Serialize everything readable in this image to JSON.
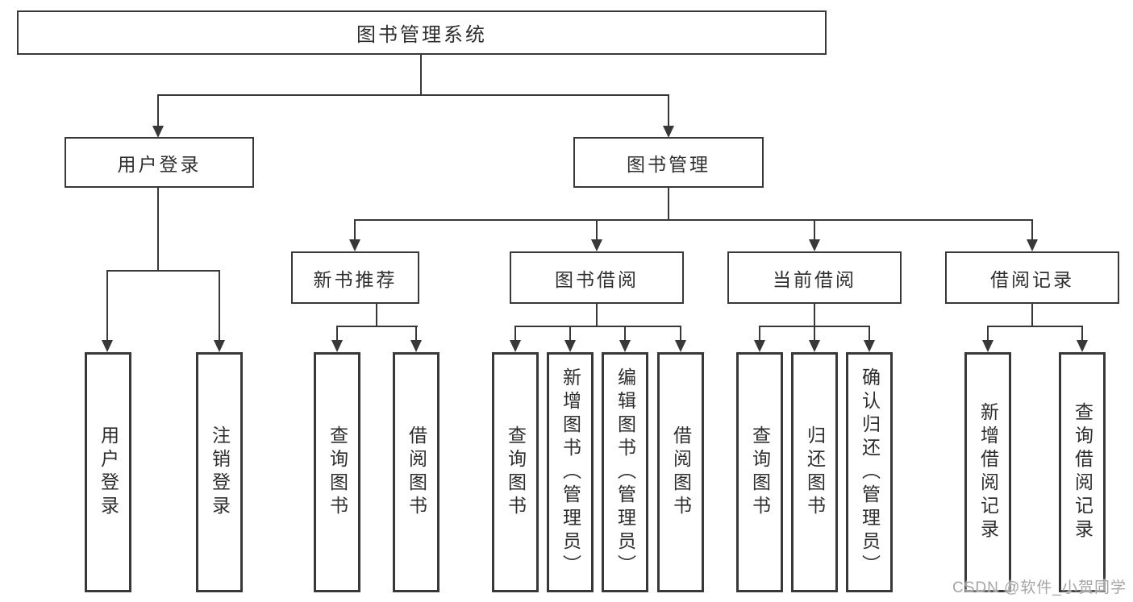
{
  "tree": {
    "label": "图书管理系统",
    "children": [
      {
        "label": "用户登录",
        "children": [
          {
            "label": "用户登录"
          },
          {
            "label": "注销登录"
          }
        ]
      },
      {
        "label": "图书管理",
        "children": [
          {
            "label": "新书推荐",
            "children": [
              {
                "label": "查询图书"
              },
              {
                "label": "借阅图书"
              }
            ]
          },
          {
            "label": "图书借阅",
            "children": [
              {
                "label": "查询图书"
              },
              {
                "label": "新增图书（管理员）"
              },
              {
                "label": "编辑图书（管理员）"
              },
              {
                "label": "借阅图书"
              }
            ]
          },
          {
            "label": "当前借阅",
            "children": [
              {
                "label": "查询图书"
              },
              {
                "label": "归还图书"
              },
              {
                "label": "确认归还（管理员）"
              }
            ]
          },
          {
            "label": "借阅记录",
            "children": [
              {
                "label": "新增借阅记录"
              },
              {
                "label": "查询借阅记录"
              }
            ]
          }
        ]
      }
    ]
  },
  "watermark": "CSDN @软件_小贺同学",
  "colors": {
    "line": "#383838",
    "text": "#2e2e2e",
    "box_background": "#ffffff",
    "watermark": "#a5a5a5",
    "page_background": "#ffffff"
  }
}
